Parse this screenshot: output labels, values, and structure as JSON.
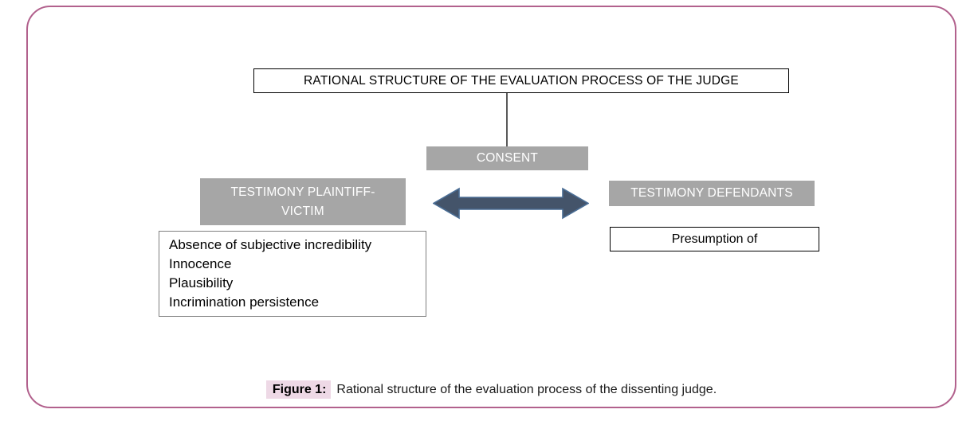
{
  "diagram": {
    "title": "RATIONAL STRUCTURE OF THE EVALUATION PROCESS OF THE JUDGE",
    "consent": "CONSENT",
    "testimony_plaintiff": {
      "line1": "TESTIMONY PLAINTIFF-",
      "line2": "VICTIM"
    },
    "testimony_defendants": "TESTIMONY DEFENDANTS",
    "criteria": [
      "Absence of subjective incredibility",
      "Innocence",
      "Plausibility",
      "Incrimination persistence"
    ],
    "presumption": "Presumption of"
  },
  "caption": {
    "label": "Figure 1:",
    "text": "Rational structure of the evaluation process of the dissenting judge."
  },
  "icons": {
    "double_arrow": "double-headed-arrow"
  },
  "colors": {
    "frame_border": "#b2618d",
    "box_gray": "#a6a6a6",
    "box_gray_text": "#ffffff",
    "arrow_fill": "#44546a",
    "arrow_stroke": "#4a6d94",
    "connector": "#595959",
    "criteria_border": "#7f7f7f",
    "dark_border": "#000000",
    "caption_highlight": "#eed9e6",
    "text": "#000000"
  }
}
